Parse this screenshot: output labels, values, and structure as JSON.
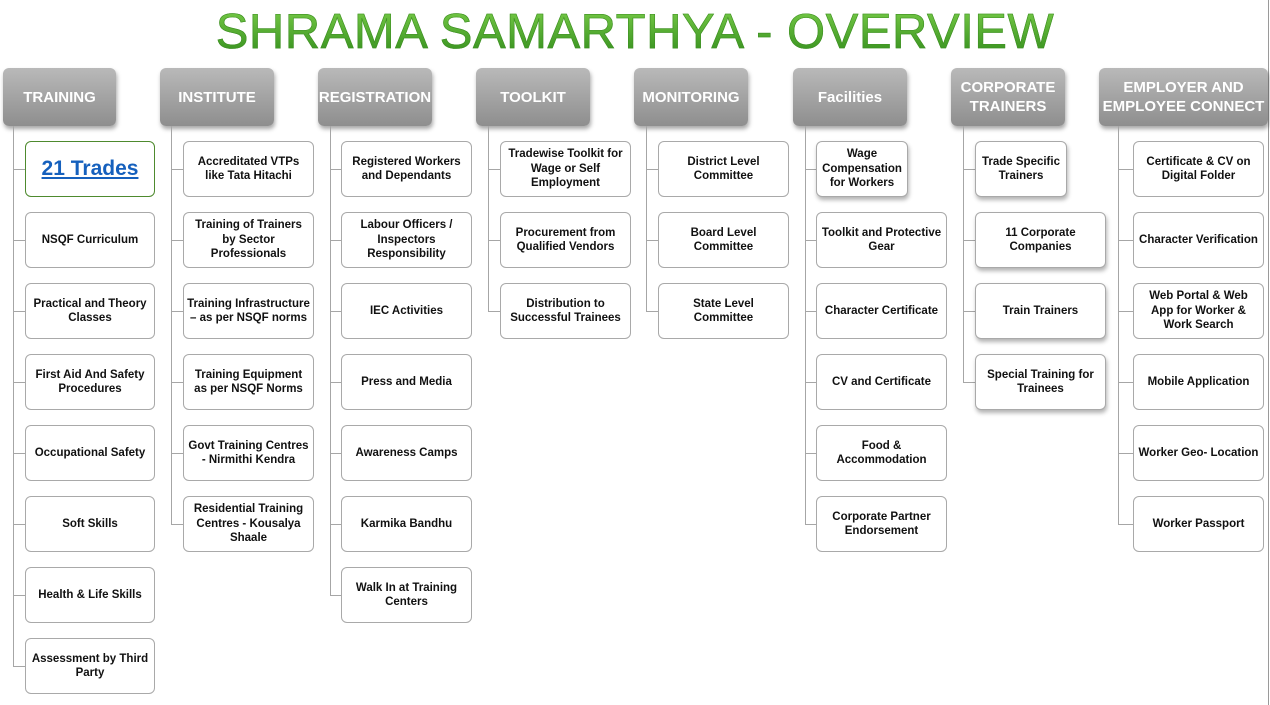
{
  "title": "SHRAMA SAMARTHYA - OVERVIEW",
  "columns": [
    {
      "header": "TRAINING",
      "items": [
        "21 Trades",
        "NSQF Curriculum",
        "Practical  and Theory Classes",
        "First Aid And Safety Procedures",
        "Occupational Safety",
        "Soft Skills",
        "Health & Life Skills",
        "Assessment by Third Party"
      ]
    },
    {
      "header": "INSTITUTE",
      "items": [
        "Accreditated VTPs like Tata Hitachi",
        "Training of Trainers by Sector Professionals",
        "Training Infrastructure – as per NSQF norms",
        "Training Equipment as per NSQF Norms",
        "Govt Training Centres - Nirmithi Kendra",
        "Residential Training Centres - Kousalya Shaale"
      ]
    },
    {
      "header": "REGISTRATION",
      "items": [
        "Registered Workers and Dependants",
        "Labour Officers / Inspectors Responsibility",
        "IEC Activities",
        "Press and Media",
        "Awareness Camps",
        "Karmika Bandhu",
        "Walk In at Training Centers"
      ]
    },
    {
      "header": "TOOLKIT",
      "items": [
        "Tradewise Toolkit for Wage or Self Employment",
        "Procurement from Qualified Vendors",
        "Distribution to Successful Trainees"
      ]
    },
    {
      "header": "MONITORING",
      "items": [
        "District Level Committee",
        "Board Level Committee",
        "State Level Committee"
      ]
    },
    {
      "header": "Facilities",
      "items": [
        "Wage Compensation for Workers",
        "Toolkit and Protective Gear",
        "Character Certificate",
        "CV and Certificate",
        "Food & Accommodation",
        "Corporate Partner Endorsement"
      ]
    },
    {
      "header": "CORPORATE TRAINERS",
      "items": [
        "Trade Specific Trainers",
        "11 Corporate Companies",
        "Train Trainers",
        "Special Training for Trainees"
      ]
    },
    {
      "header": "EMPLOYER AND EMPLOYEE CONNECT",
      "items": [
        "Certificate & CV on Digital Folder",
        "Character Verification",
        "Web Portal & Web App for Worker & Work Search",
        "Mobile Application",
        "Worker Geo- Location",
        "Worker Passport"
      ]
    }
  ]
}
